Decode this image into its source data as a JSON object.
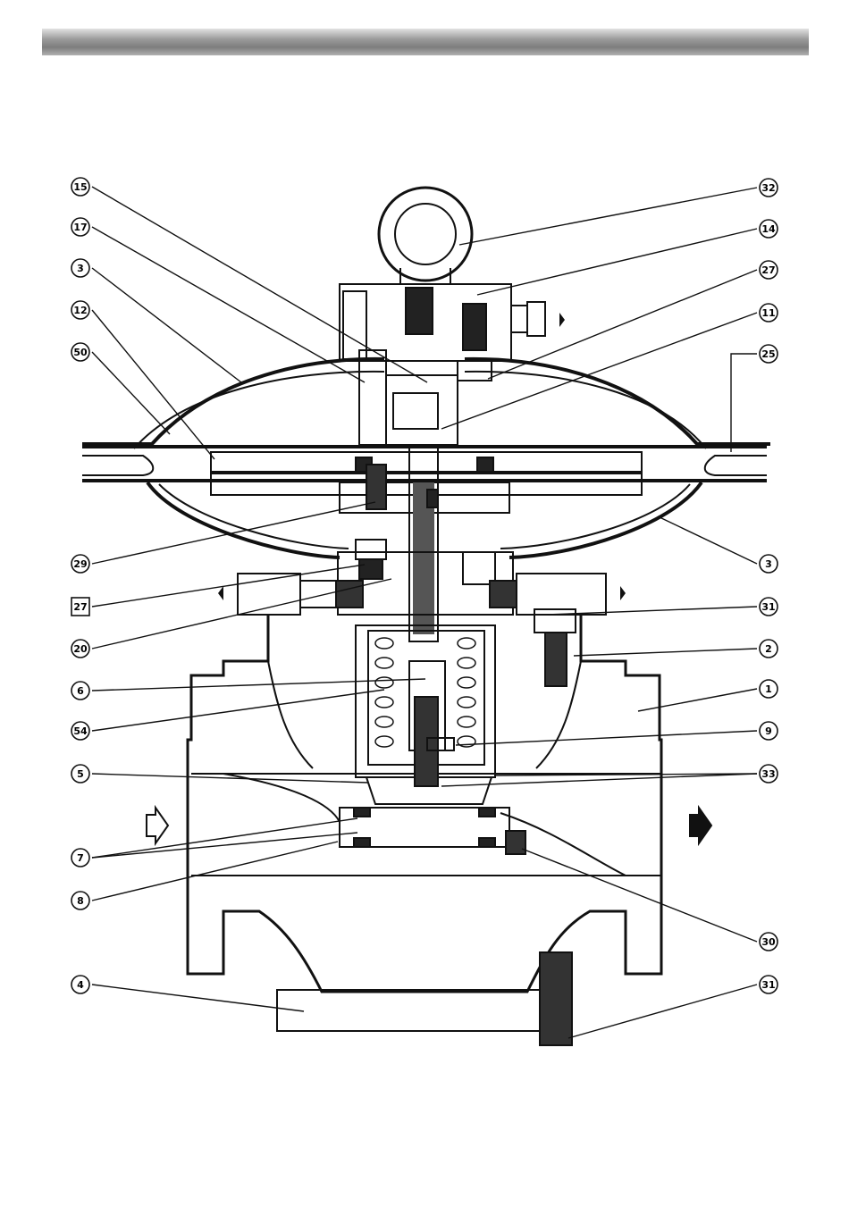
{
  "callouts_left": [
    {
      "id": "c15",
      "label": "15"
    },
    {
      "id": "c17",
      "label": "17"
    },
    {
      "id": "c3a",
      "label": "3"
    },
    {
      "id": "c12",
      "label": "12"
    },
    {
      "id": "c50",
      "label": "50"
    },
    {
      "id": "c29",
      "label": "29"
    },
    {
      "id": "c27b",
      "label": "27",
      "boxed": true
    },
    {
      "id": "c20",
      "label": "20"
    },
    {
      "id": "c6",
      "label": "6"
    },
    {
      "id": "c54",
      "label": "54"
    },
    {
      "id": "c5",
      "label": "5"
    },
    {
      "id": "c7",
      "label": "7"
    },
    {
      "id": "c8",
      "label": "8"
    },
    {
      "id": "c4",
      "label": "4"
    }
  ],
  "callouts_right": [
    {
      "id": "c32",
      "label": "32"
    },
    {
      "id": "c14",
      "label": "14"
    },
    {
      "id": "c27",
      "label": "27"
    },
    {
      "id": "c11",
      "label": "11"
    },
    {
      "id": "c25",
      "label": "25"
    },
    {
      "id": "c3b",
      "label": "3"
    },
    {
      "id": "c31a",
      "label": "31"
    },
    {
      "id": "c2",
      "label": "2"
    },
    {
      "id": "c1",
      "label": "1"
    },
    {
      "id": "c9",
      "label": "9"
    },
    {
      "id": "c33",
      "label": "33"
    },
    {
      "id": "c30",
      "label": "30"
    },
    {
      "id": "c31b",
      "label": "31"
    }
  ],
  "colors": {
    "line": "#111111",
    "header": "#8a8a8a"
  },
  "icons": [
    "inlet-arrow-icon",
    "outlet-arrow-icon",
    "impulse-arrow-icon"
  ]
}
